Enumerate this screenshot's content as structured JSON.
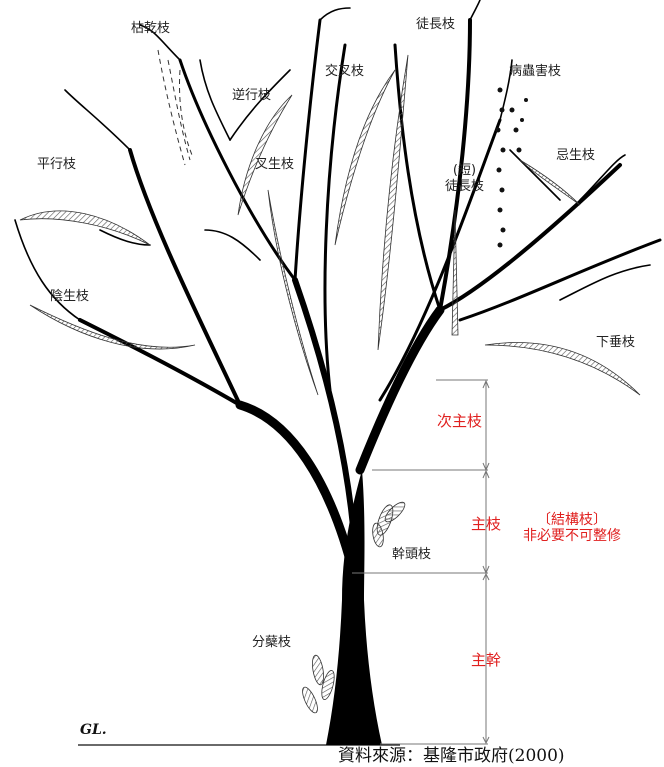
{
  "labels": {
    "dead_branch": "枯乾枝",
    "water_sprout": "徒長枝",
    "cross_branch": "交叉枝",
    "reverse_branch": "逆行枝",
    "diseased_branch": "病蟲害枝",
    "parallel_branch": "平行枝",
    "fork_branch": "叉生枝",
    "short_water_sprout_line1": "(短)",
    "short_water_sprout_line2": "徒長枝",
    "taboo_branch": "忌生枝",
    "shade_branch": "陰生枝",
    "drooping_branch": "下垂枝",
    "trunk_sprout": "幹頭枝",
    "sucker": "分蘖枝"
  },
  "structure": {
    "secondary_main_branch": "次主枝",
    "main_branch": "主枝",
    "main_trunk": "主幹",
    "structural_line1": "〔結構枝〕",
    "structural_line2": "非必要不可整修"
  },
  "ground_label": "GL.",
  "source": "資料來源：基隆市政府(2000)",
  "colors": {
    "structure_red": "#e0201f",
    "branch": "#000000",
    "hatch": "#555555"
  }
}
